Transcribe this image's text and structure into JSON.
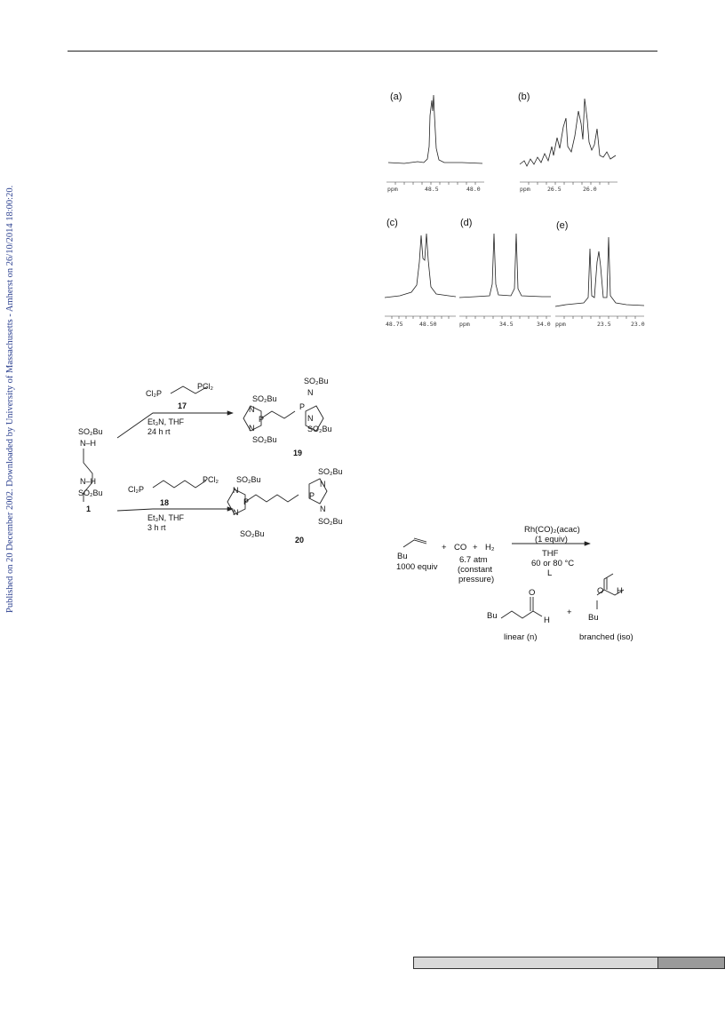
{
  "side_note": "Published on 20 December 2002. Downloaded by University of Massachusetts - Amherst on 26/10/2014 18:00:20.",
  "spectra": [
    {
      "label": "(a)",
      "ppm_label": "ppm",
      "ticks": [
        "48.5",
        "48.0"
      ]
    },
    {
      "label": "(b)",
      "ppm_label": "ppm",
      "ticks": [
        "26.5",
        "26.0"
      ]
    },
    {
      "label": "(c)",
      "ticks": [
        "48.75",
        "48.50"
      ]
    },
    {
      "label": "(d)",
      "ppm_label": "ppm",
      "ticks": [
        "34.5",
        "34.0"
      ]
    },
    {
      "label": "(e)",
      "ppm_label": "ppm",
      "ticks": [
        "23.5",
        "23.0"
      ]
    }
  ],
  "scheme1": {
    "reagent17": "Cl₂P",
    "reagent17_end": "PCl₂",
    "num17": "17",
    "cond17_a": "Et₃N, THF",
    "cond17_b": "24 h rt",
    "reagent18": "Cl₂P",
    "reagent18_end": "PCl₂",
    "num18": "18",
    "cond18_a": "Et₃N, THF",
    "cond18_b": "3 h rt",
    "num1": "1",
    "num19": "19",
    "num20": "20",
    "so2bu": "SO₂Bu",
    "nh": "N–H",
    "n": "N",
    "p": "P"
  },
  "scheme2": {
    "bu": "Bu",
    "equiv": "1000 equiv",
    "plus": "+",
    "co": "CO",
    "h2": "H₂",
    "pressure_a": "6.7 atm",
    "pressure_b": "(constant",
    "pressure_c": "pressure)",
    "catalyst_a": "Rh(CO)₂(acac)",
    "catalyst_b": "(1 equiv)",
    "solvent": "THF",
    "temp": "60 or 80 °C",
    "ligand": "L",
    "o": "O",
    "h": "H",
    "linear": "linear (n)",
    "branched": "branched (iso)"
  }
}
